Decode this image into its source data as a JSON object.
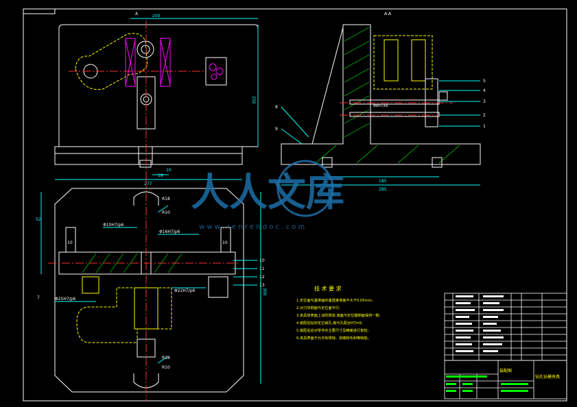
{
  "colors": {
    "background": "#000000",
    "outline": "#ffffff",
    "centerline": "#ff3030",
    "dimension": "#00ffff",
    "part": "#ffff00",
    "hatch": "#00ff00",
    "highlight": "#ff00ff",
    "watermark": "#1c6fa8"
  },
  "top_view": {
    "section_mark": "A",
    "dims": {
      "width": "200",
      "height": "250",
      "small_a": "18",
      "small_b": "10",
      "base": "277"
    }
  },
  "side_view": {
    "section_title": "A-A",
    "fit_label": "Φ8H7/k6",
    "dims": {
      "bottom": "285",
      "mid": "185"
    },
    "balloons": [
      "5",
      "4",
      "3",
      "2",
      "1"
    ],
    "left_balloons": [
      "8",
      "9"
    ]
  },
  "front_view": {
    "fits": [
      "Φ10H7/p6",
      "Φ16H7/p6",
      "Φ22H7/p6",
      "Φ25H7/p6"
    ],
    "radii": [
      "R18",
      "R18"
    ],
    "dims": {
      "left": "52",
      "right": "300",
      "top_r": "R10",
      "bot_r": "R10"
    },
    "balloons": [
      "10",
      "11",
      "12",
      "13"
    ],
    "left_balloon": "7",
    "tag_left": "10",
    "tag_right": "10"
  },
  "tech_requirements": {
    "title": "技 术 要 求",
    "items": [
      "1.定位面与基准面的垂直度误差不大于0.05mm;",
      "2.对刀块侧面与定位面平行;",
      "3.夹具体表面上涂防锈漆,底面与定位键侧面保持一致;",
      "4.装配后钻铰定位销孔,销与孔配合H7/n6;",
      "5.装配后应对零件的主要尺寸及精度进行复检;",
      "6.夹具表面不允许有锈蚀、划痕和毛刺等缺陷。"
    ]
  },
  "title_block": {
    "drawing_type": "装配图",
    "drawing_name": "钻孔钻模夹具"
  },
  "watermark": {
    "main": "人人文库",
    "url": "w w w . r e n r e n d o c . c o m"
  }
}
